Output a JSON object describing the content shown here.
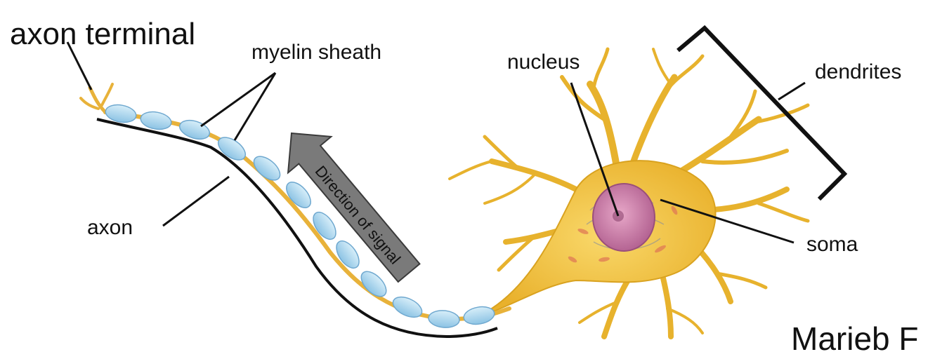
{
  "labels": {
    "axon_terminal": "axon terminal",
    "myelin_sheath": "myelin sheath",
    "nucleus": "nucleus",
    "dendrites": "dendrites",
    "axon": "axon",
    "soma": "soma",
    "direction": "Direction of signal",
    "credit": "Marieb F"
  },
  "colors": {
    "neuron_body": "#f4c53a",
    "neuron_dark": "#d9a21f",
    "myelin": "#a9d6ef",
    "myelin_edge": "#6fa8cf",
    "nucleus": "#c77aa8",
    "arrow": "#7a7a7a",
    "line": "#111111"
  }
}
